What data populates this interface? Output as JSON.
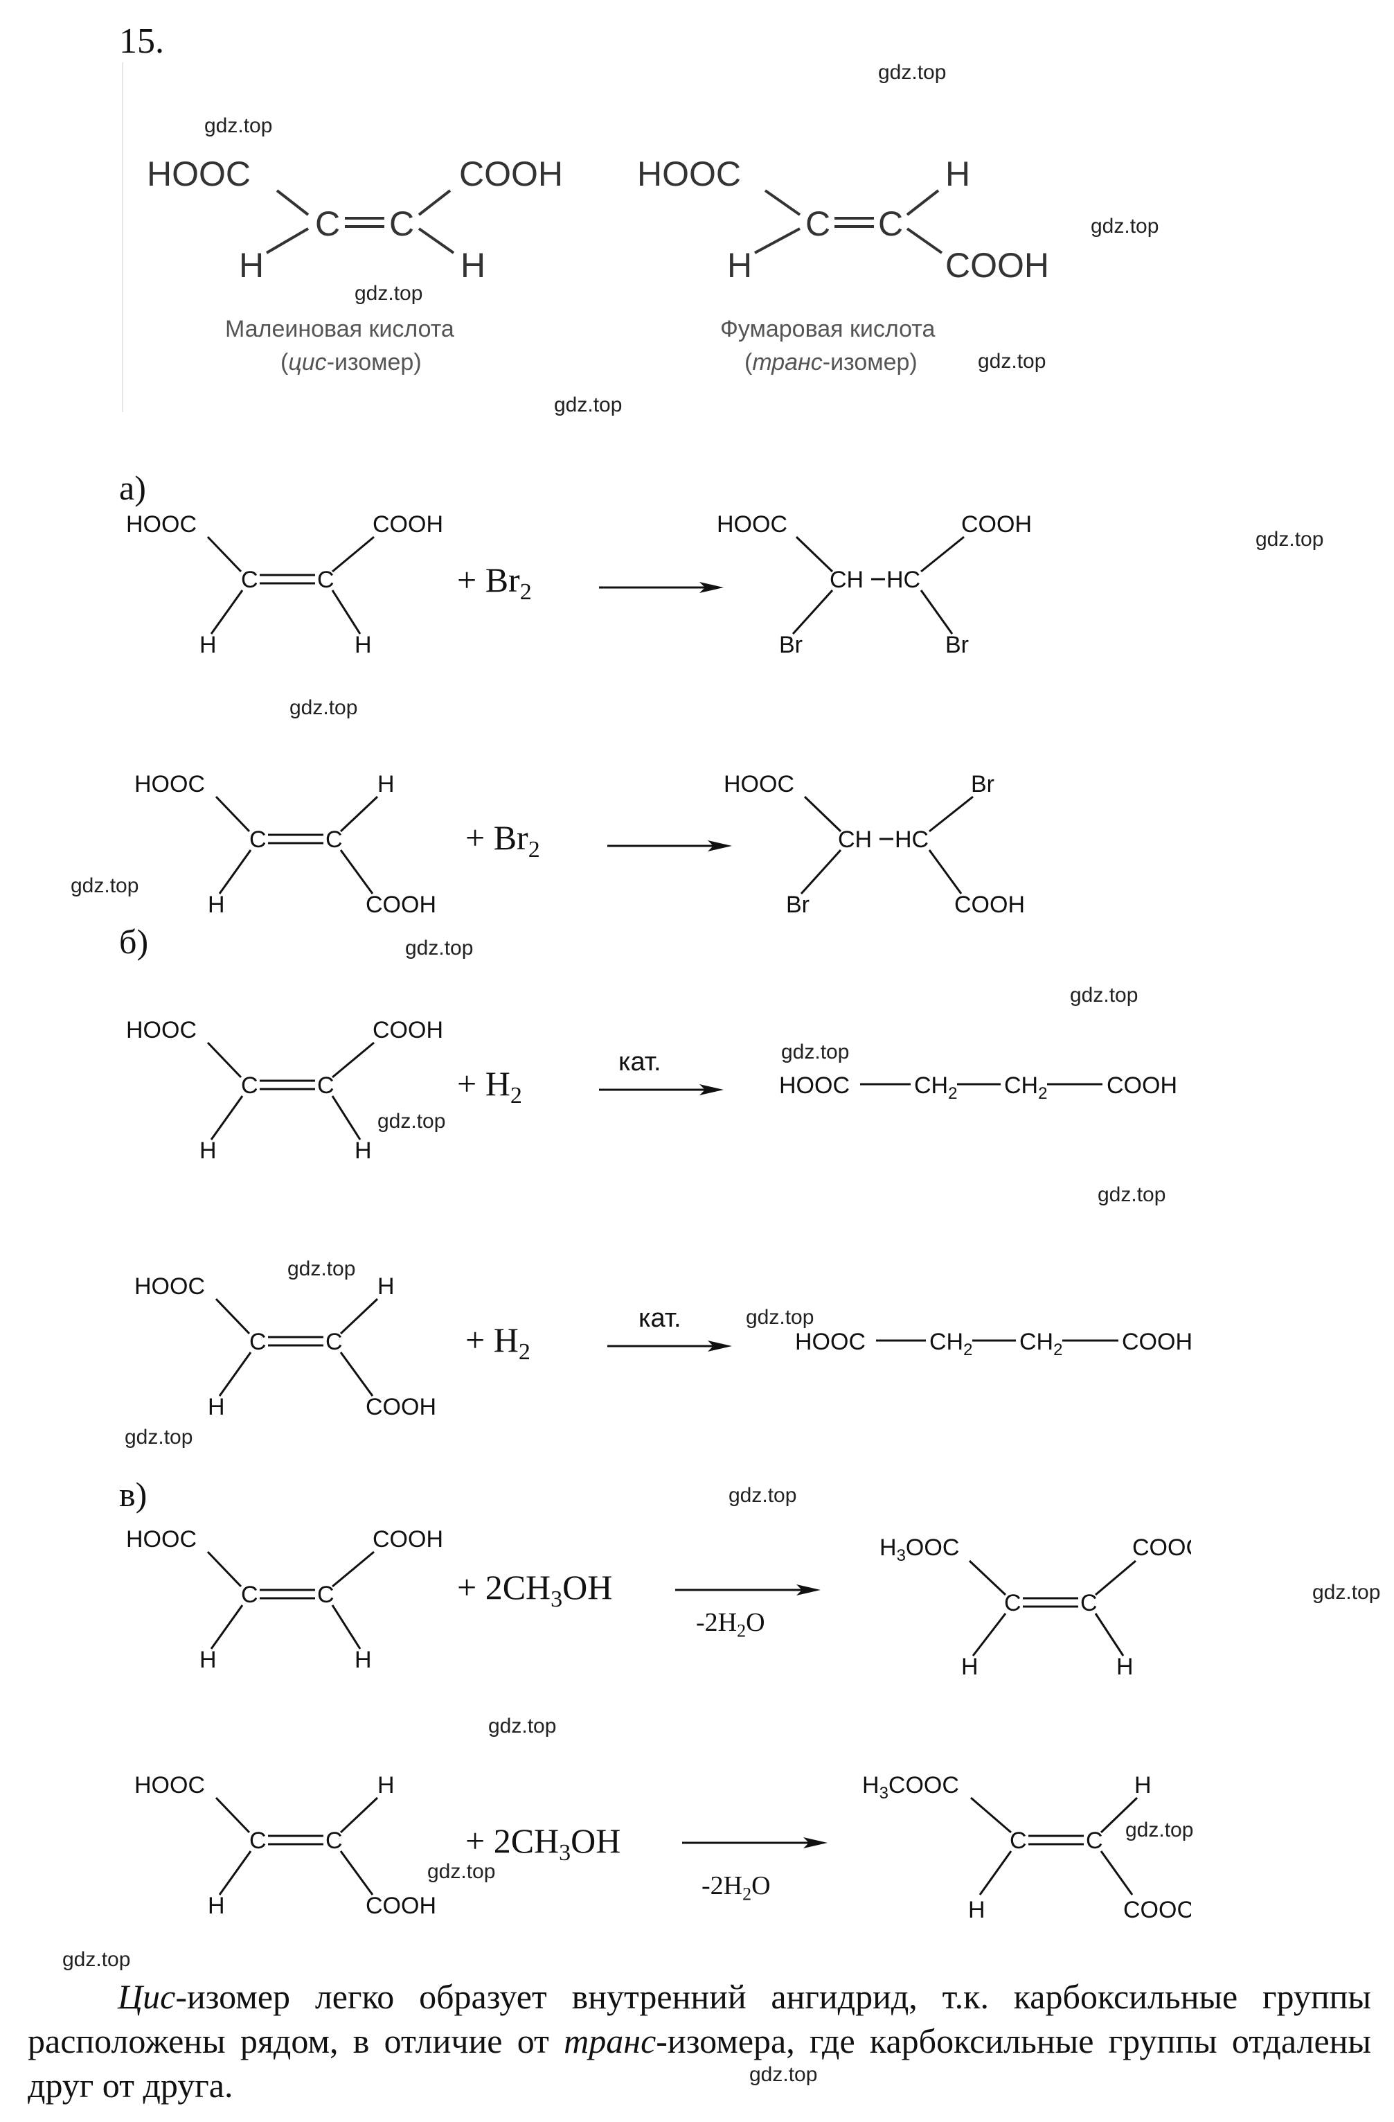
{
  "problem_number": "15.",
  "watermark": "gdz.top",
  "header_structures": [
    {
      "name": "Малеиновая кислота",
      "isomer_prefix": "цис",
      "isomer_suffix": "-изомер",
      "open": "(",
      "close": ")",
      "top_left": "HOOC",
      "top_right": "COOH",
      "bottom_left": "H",
      "bottom_right": "H",
      "c": "C"
    },
    {
      "name": "Фумаровая кислота",
      "isomer_prefix": "транс",
      "isomer_suffix": "-изомер",
      "open": "(",
      "close": ")",
      "top_left": "HOOC",
      "top_right": "H",
      "bottom_left": "H",
      "bottom_right": "COOH",
      "c": "C"
    }
  ],
  "sections": {
    "a": "а)",
    "b": "б)",
    "v": "в)"
  },
  "atoms": {
    "hooc": "HOOC",
    "cooh": "COOH",
    "h": "H",
    "c": "C",
    "br": "Br",
    "ch": "CH",
    "hc": "HC",
    "ch2": "CH",
    "sub2": "2",
    "sub3": "3",
    "h3": "H",
    "ooc": "OOC",
    "cooc": "COOCH",
    "cooch": "COOC",
    "coo": "COOCH"
  },
  "reagents": {
    "br2": "+ Br",
    "h2": "+ H",
    "ch3oh_pre": "+ 2CH",
    "ch3oh_post": "OH",
    "sub2": "2",
    "sub3": "3"
  },
  "conditions": {
    "cat": "кат.",
    "minus_water_pre": "-2H",
    "minus_water_post": "O",
    "sub2": "2"
  },
  "conclusion": {
    "lead_italic": "Цис",
    "part1": "-изомер легко образует внутренний ангидрид, т.к. карбоксильные группы расположены рядом, в отличие от ",
    "italic2": "транс",
    "part2": "-изомера, где карбоксильные группы отдалены друг от друга."
  }
}
